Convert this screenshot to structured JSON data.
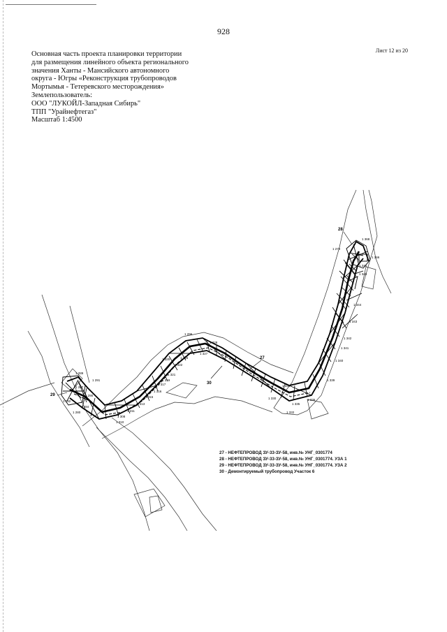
{
  "page_number": "928",
  "sheet": "Лист 12 из 20",
  "title_lines": [
    "Основная часть проекта планировки территории",
    "для размещения линейного объекта регионального",
    "значения Ханты - Мансийского автономного",
    "округа - Югры «Реконструкция трубопроводов",
    "Мортымья - Тетеревского месторождения»",
    "Землепользователь:",
    "ООО \"ЛУКОЙЛ-Западная Сибирь\"",
    "ТПП \"Урайнефтегаз\"",
    "Масштаб 1:4500"
  ],
  "map_labels": {
    "label_27": "27",
    "label_28": "28",
    "label_29": "29",
    "label_30": "30"
  },
  "point_labels": [
    "1 368",
    "1 270",
    "1 366",
    "1 346",
    "1 345",
    "1 344",
    "1 343",
    "1 342",
    "1 341",
    "1 340",
    "1 339",
    "1 336",
    "1 335",
    "1 332",
    "1 331",
    "1 330",
    "1 328",
    "1 327",
    "1 326",
    "1 325",
    "1 322",
    "1 321",
    "1 319",
    "1 317",
    "1 316",
    "1 315",
    "1 313",
    "1 311",
    "1 310",
    "1 308",
    "1 296",
    "1 291",
    "1 290",
    "1 289",
    "1 287",
    "1 284",
    "1 282",
    "1 280"
  ],
  "legend": [
    "27 - НЕФТЕПРОВОД ЗУ-33-ЗУ-58, инв.№ УНГ_0301774",
    "28 - НЕФТЕПРОВОД ЗУ-33-ЗУ-58, инв.№ УНГ_0301774. УЗА 1",
    "29 - НЕФТЕПРОВОД ЗУ-33-ЗУ-58, инв.№ УНГ_0301774. УЗА 2",
    "30 - Демонтируемый трубопровод Участок 6"
  ]
}
